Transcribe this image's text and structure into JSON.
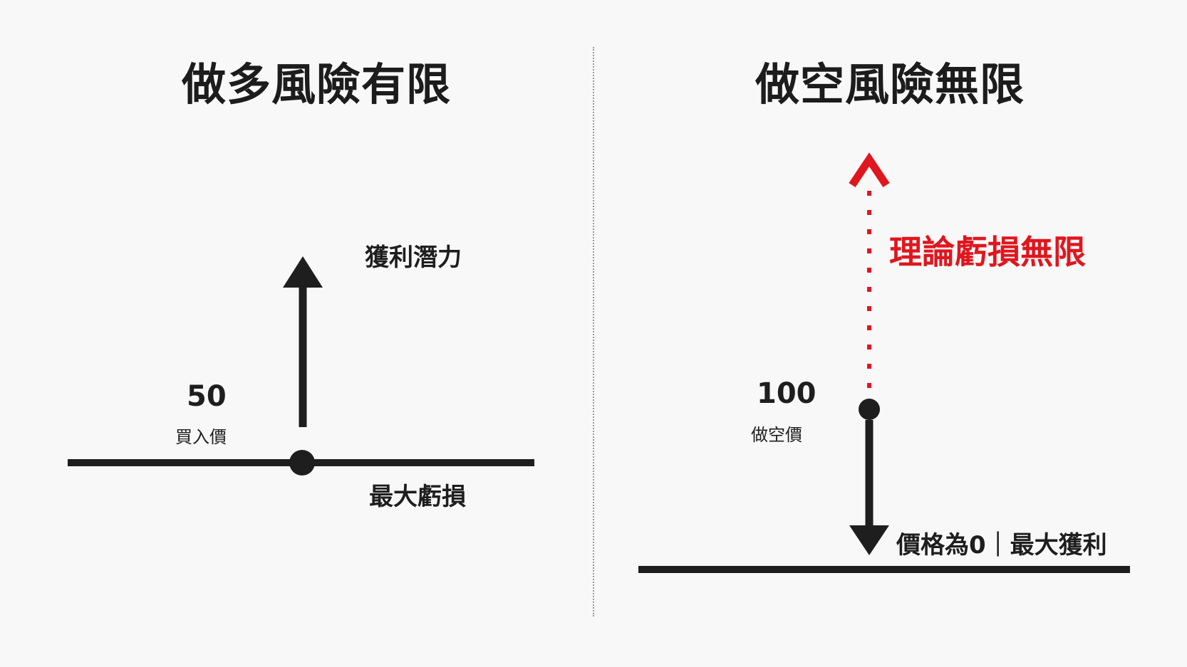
{
  "long_panel": {
    "title": "做多風險有限",
    "entry_price": "50",
    "entry_caption": "買入價",
    "upside_label": "獲利潛力",
    "downside_label": "最大虧損"
  },
  "short_panel": {
    "title": "做空風險無限",
    "entry_price": "100",
    "entry_caption": "做空價",
    "upside_label": "理論虧損無限",
    "downside_label": "價格為0｜最大獲利"
  },
  "colors": {
    "ink": "#1e1e1e",
    "risk_red": "#e0161e",
    "divider": "#9a9a9a",
    "background": "#f8f8f8"
  },
  "icons": {
    "up_arrow": "solid-up-arrow",
    "down_arrow": "solid-down-arrow",
    "risk_arrow": "dotted-red-up-arrow",
    "price_point": "filled-dot"
  }
}
